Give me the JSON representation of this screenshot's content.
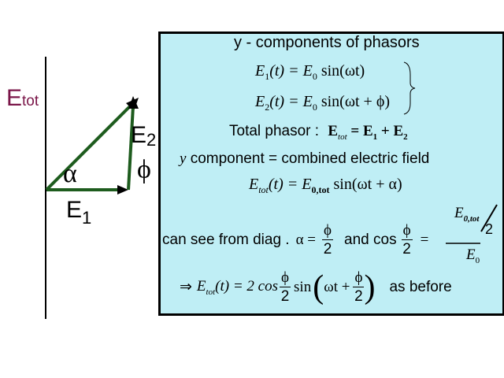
{
  "colors": {
    "phasor_green": "#1e5c1e",
    "label_magenta": "#7a1548",
    "panel_fill": "#bfeef5",
    "border": "#000000"
  },
  "diagram": {
    "etot_label": "E",
    "etot_sub": "tot",
    "e2_label": "E",
    "e2_sub": "2",
    "e1_label": "E",
    "e1_sub": "1",
    "alpha": "α",
    "phi": "ϕ"
  },
  "panel": {
    "title": "y - components of phasors",
    "eq1": {
      "E": "E",
      "sub": "1",
      "mid": "(t) = E",
      "sub0": "0",
      "fn": " sin(ωt)"
    },
    "eq2": {
      "E": "E",
      "sub": "2",
      "mid": "(t) = E",
      "sub0": "0",
      "fn": " sin(ωt + ϕ)"
    },
    "total_phasor_label": "Total phasor :",
    "total_phasor_eq": {
      "E": "E",
      "sub": "tot",
      "rest": " = E",
      "s1": "1",
      "plus": " + E",
      "s2": "2"
    },
    "ycomp_italic": "y",
    "ycomp_text": " component  =  combined electric field",
    "eq_tot": {
      "E": "E",
      "sub": "tot",
      "mid": "(t) = E",
      "sub2": "0,tot",
      "fn": " sin(ωt + α)"
    },
    "diag_text": "can see from diag .",
    "alpha_eq": "α =",
    "frac_phi": "ϕ",
    "frac_2": "2",
    "and_cos": "and cos",
    "eq_sign": "=",
    "e0tot_E": "E",
    "e0tot_sub": "0,tot",
    "two_small": "2",
    "e0_E": "E",
    "e0_sub": "0",
    "implies": "⇒",
    "final_E": "E",
    "final_sub": "tot",
    "final_mid": "(t) = 2  cos",
    "sin": "sin",
    "omega_t_plus": "ωt +",
    "as_before": "as before"
  }
}
